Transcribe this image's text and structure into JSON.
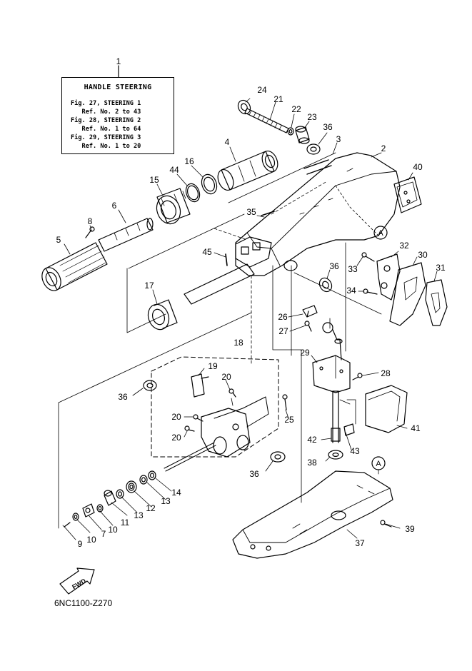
{
  "caption": {
    "ref_number": "1",
    "title": "HANDLE STEERING",
    "lines": [
      "Fig. 27, STEERING 1",
      "   Ref. No. 2 to 43",
      "Fig. 28, STEERING 2",
      "   Ref. No. 1 to 64",
      "Fig. 29, STEERING 3",
      "   Ref. No. 1 to 20"
    ]
  },
  "fwd_label": "FWD",
  "diagram_code": "6NC1100-Z270",
  "reference_marker": "A",
  "callouts": [
    "24",
    "21",
    "22",
    "23",
    "36",
    "3",
    "2",
    "40",
    "4",
    "16",
    "44",
    "15",
    "6",
    "8",
    "5",
    "35",
    "45",
    "17",
    "32",
    "30",
    "31",
    "33",
    "34",
    "36",
    "26",
    "27",
    "18",
    "19",
    "20",
    "36",
    "20",
    "20",
    "25",
    "29",
    "28",
    "41",
    "42",
    "43",
    "38",
    "36",
    "14",
    "13",
    "12",
    "13",
    "11",
    "10",
    "7",
    "10",
    "9",
    "39",
    "37"
  ]
}
